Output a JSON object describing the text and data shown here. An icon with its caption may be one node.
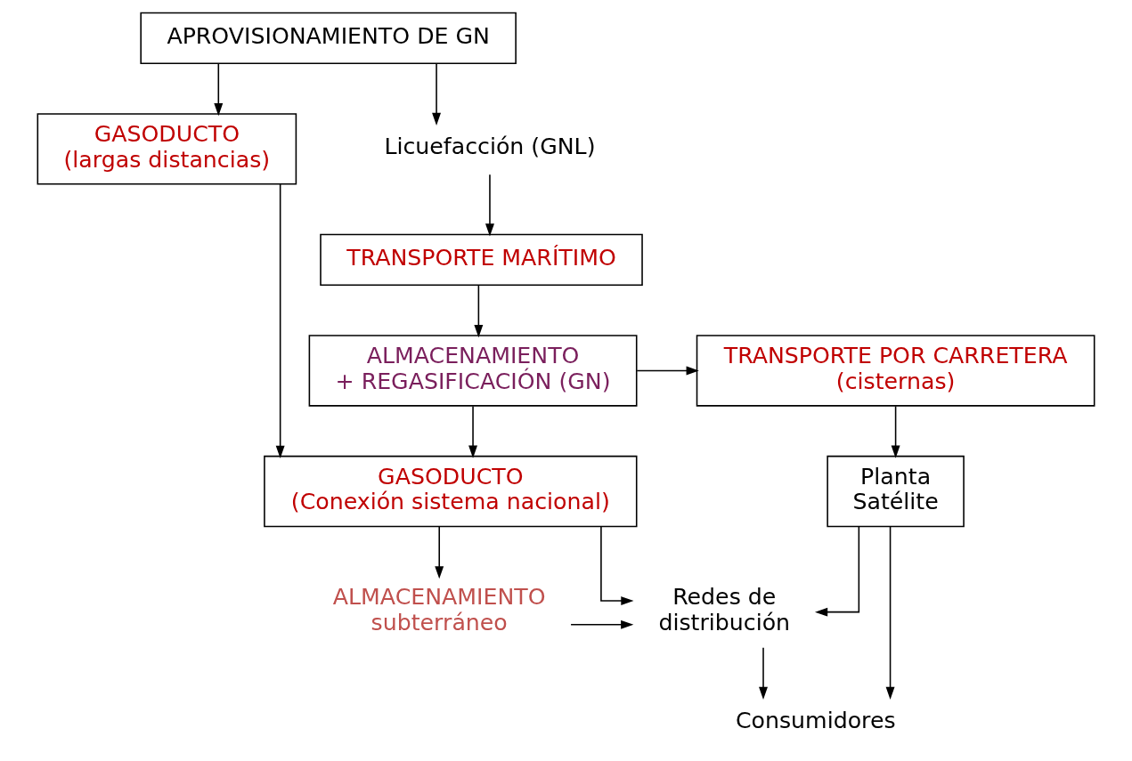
{
  "diagram": {
    "nodes": [
      {
        "text": [
          "APROVISIONAMIENTO DE GN"
        ]
      },
      {
        "text": [
          "GASODUCTO (largas distancias)"
        ]
      },
      {
        "text": [
          "Licuefacción (GNL)"
        ]
      },
      {
        "text": [
          "TRANSPORTE MARÍTIMO"
        ]
      },
      {
        "text": [
          "TRANSPORTE POR CARRETERA (cisternas)"
        ]
      },
      {
        "text": [
          "ALMACENAMIENTO + REGASIFICACIÓN (GN)"
        ]
      },
      {
        "text": [
          "GASODUCTO (Conexión sistema nacional)"
        ]
      },
      {
        "text": [
          "Redes de distribución"
        ]
      },
      {
        "text": [
          "ALMACENAMIENTO subterráneo"
        ]
      },
      {
        "text": [
          "Planta Satélite"
        ]
      },
      {
        "text": [
          "Consumidores"
        ]
      }
    ],
    "edges": [
      {
        "from": 0,
        "to": 1,
        "arrow": "to"
      },
      {
        "from": 0,
        "to": 2,
        "arrow": "to"
      },
      {
        "from": 2,
        "to": 3,
        "arrow": "to"
      },
      {
        "from": 3,
        "to": 5,
        "arrow": "to"
      },
      {
        "from": 5,
        "to": 4,
        "arrow": "to"
      },
      {
        "from": 1,
        "to": 6,
        "arrow": "to"
      },
      {
        "from": 5,
        "to": 6,
        "arrow": "to"
      },
      {
        "from": 4,
        "to": 9,
        "arrow": "to"
      },
      {
        "from": 6,
        "to": 7,
        "arrow": "to"
      },
      {
        "from": 6,
        "to": 8,
        "arrow": "to"
      },
      {
        "from": 8,
        "to": 7,
        "arrow": "to"
      },
      {
        "from": 9,
        "to": 7,
        "arrow": "to"
      },
      {
        "from": 9,
        "to": 10,
        "arrow": "to"
      },
      {
        "from": 7,
        "to": 10,
        "arrow": "to"
      }
    ]
  }
}
